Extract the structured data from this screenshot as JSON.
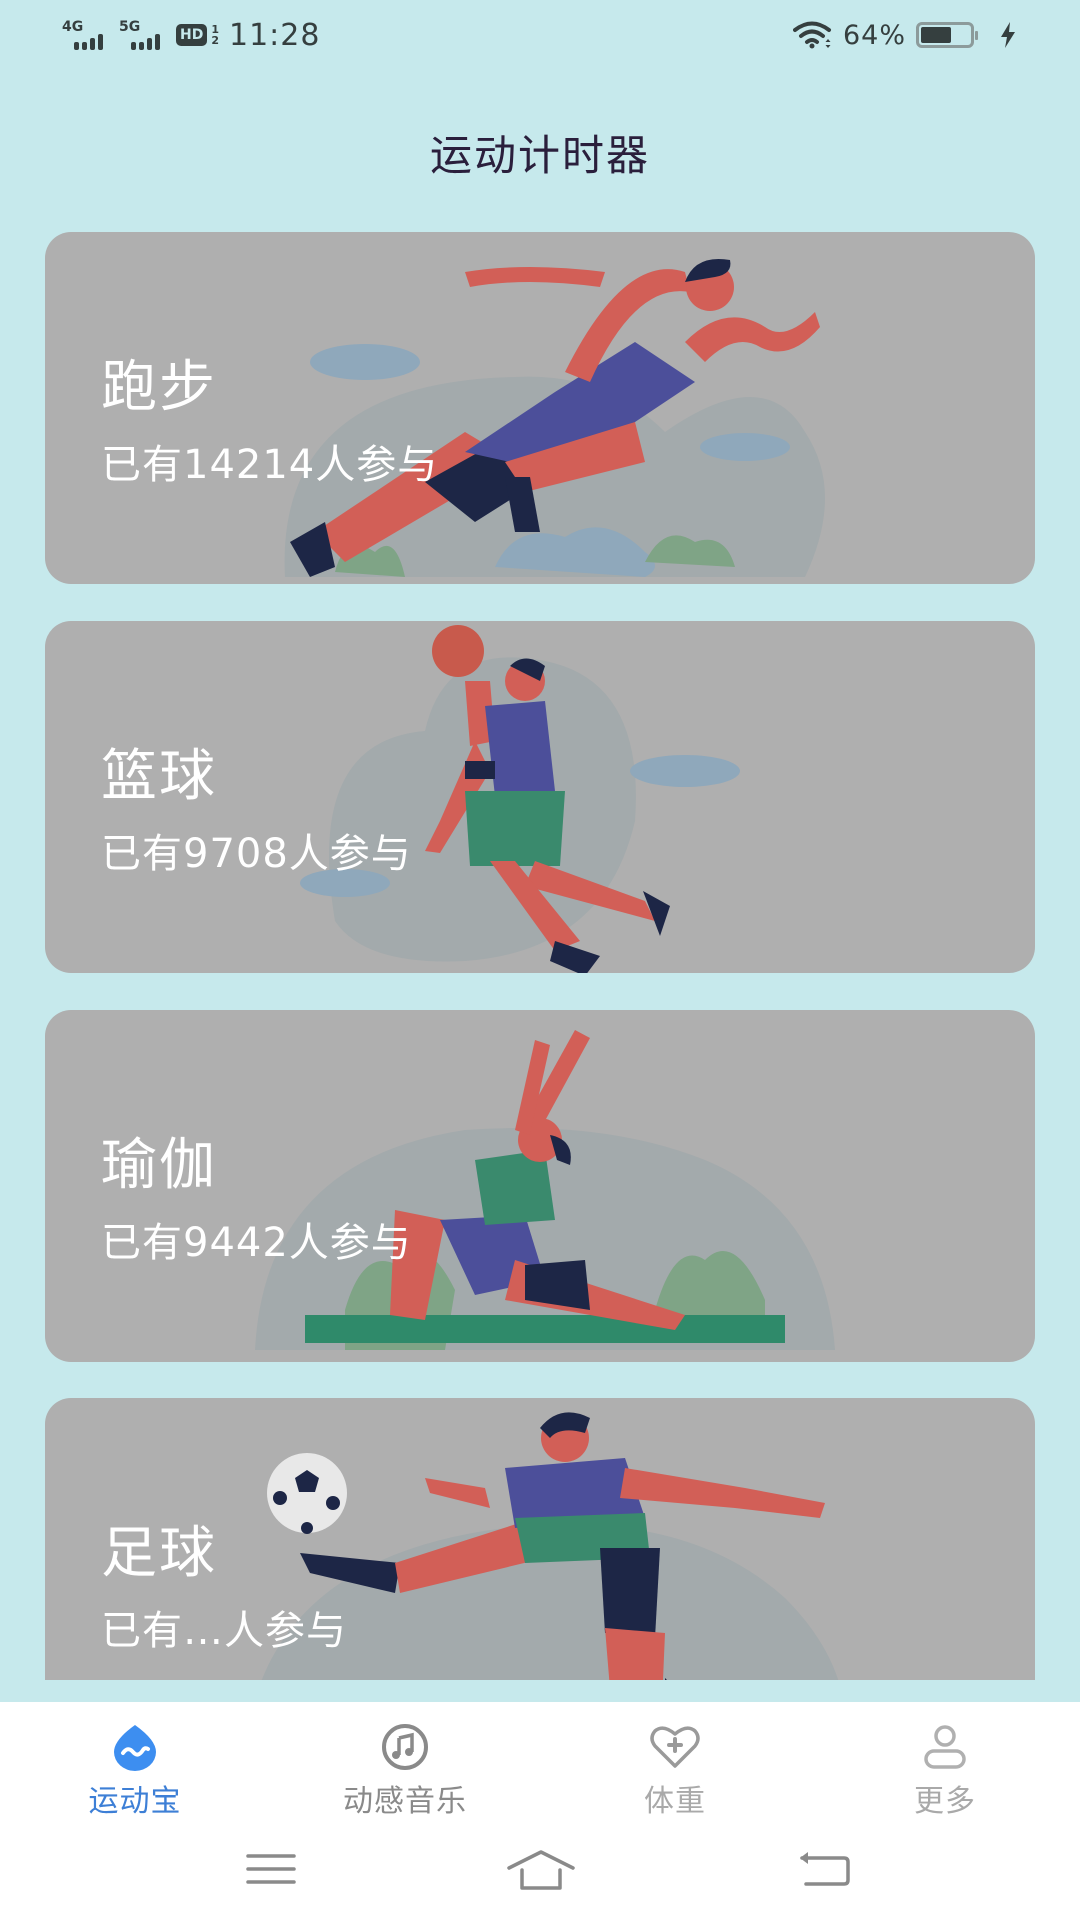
{
  "status_bar": {
    "network_1": "4G",
    "network_2": "5G",
    "hd_badge": "HD",
    "hd_sub_top": "1",
    "hd_sub_bottom": "2",
    "time": "11:28",
    "battery_percent": "64%",
    "icons": [
      "signal-4g-icon",
      "signal-5g-icon",
      "hd-voice-icon",
      "wifi-icon",
      "battery-icon",
      "charging-bolt-icon"
    ]
  },
  "header": {
    "title": "运动计时器"
  },
  "cards": [
    {
      "title": "跑步",
      "subtitle": "已有14214人参与",
      "illustration": "runner-illustration"
    },
    {
      "title": "篮球",
      "subtitle": "已有9708人参与",
      "illustration": "basketball-player-illustration"
    },
    {
      "title": "瑜伽",
      "subtitle": "已有9442人参与",
      "illustration": "yoga-pose-illustration"
    },
    {
      "title": "足球",
      "subtitle": "已有…人参与",
      "illustration": "soccer-player-illustration"
    }
  ],
  "bottom_nav": {
    "items": [
      {
        "label": "运动宝",
        "icon": "sport-drop-icon",
        "active": true
      },
      {
        "label": "动感音乐",
        "icon": "music-note-icon",
        "active": false
      },
      {
        "label": "体重",
        "icon": "heart-plus-icon",
        "active": false
      },
      {
        "label": "更多",
        "icon": "user-icon",
        "active": false
      }
    ]
  },
  "system_nav": {
    "buttons": [
      "menu-icon",
      "home-icon",
      "back-icon"
    ]
  },
  "colors": {
    "background": "#c6e9ec",
    "card": "#afafaf",
    "accent": "#3d8ef0",
    "active_label": "#3d7fd6",
    "inactive_label": "#a9a9a9",
    "title": "#2a1f3c"
  }
}
